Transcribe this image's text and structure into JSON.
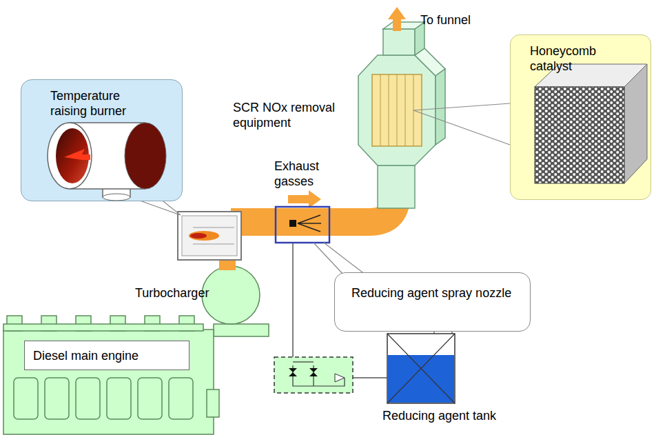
{
  "diagram": {
    "nodes": [
      {
        "text": [
          "Temperature raising burner"
        ]
      },
      {
        "text": [
          "Honeycomb catalyst"
        ]
      },
      {
        "text": [
          "Reducing agent spray nozzle"
        ]
      },
      {
        "text": [
          "Diesel main engine"
        ]
      }
    ],
    "labels": [
      "To funnel",
      "SCR NOx removal equipment",
      "Exhaust gasses",
      "Turbocharger",
      "Reducing agent tank"
    ]
  }
}
